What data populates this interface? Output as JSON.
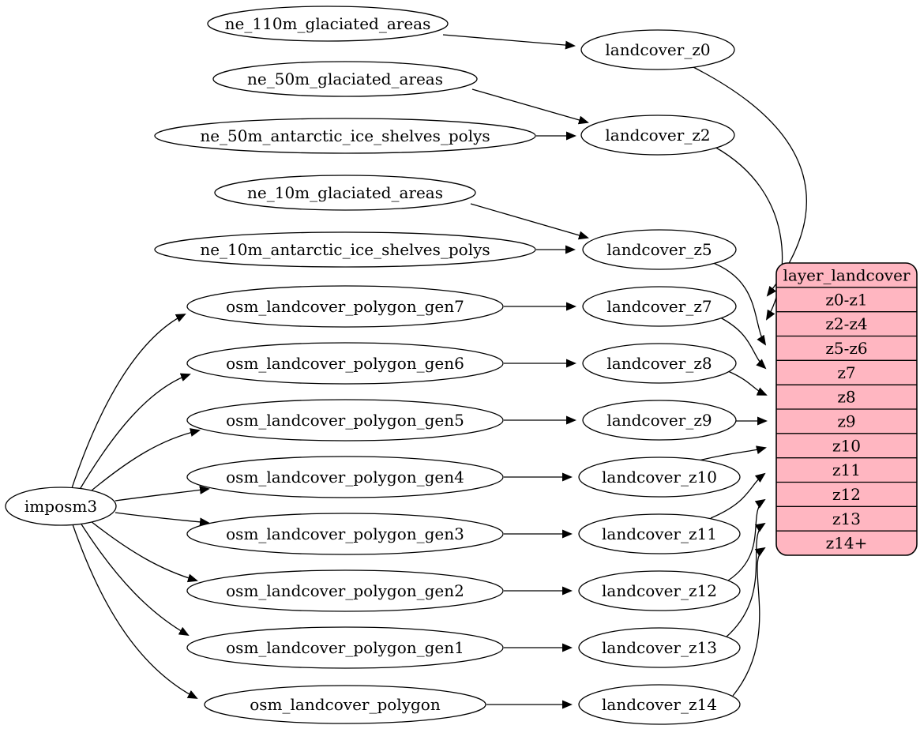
{
  "diagram": {
    "type": "graphviz-digraph",
    "background": "#ffffff",
    "root": {
      "label": "imposm3"
    },
    "sources": [
      {
        "label": "ne_110m_glaciated_areas"
      },
      {
        "label": "ne_50m_glaciated_areas"
      },
      {
        "label": "ne_50m_antarctic_ice_shelves_polys"
      },
      {
        "label": "ne_10m_glaciated_areas"
      },
      {
        "label": "ne_10m_antarctic_ice_shelves_polys"
      },
      {
        "label": "osm_landcover_polygon_gen7"
      },
      {
        "label": "osm_landcover_polygon_gen6"
      },
      {
        "label": "osm_landcover_polygon_gen5"
      },
      {
        "label": "osm_landcover_polygon_gen4"
      },
      {
        "label": "osm_landcover_polygon_gen3"
      },
      {
        "label": "osm_landcover_polygon_gen2"
      },
      {
        "label": "osm_landcover_polygon_gen1"
      },
      {
        "label": "osm_landcover_polygon"
      }
    ],
    "intermediates": [
      {
        "label": "landcover_z0"
      },
      {
        "label": "landcover_z2"
      },
      {
        "label": "landcover_z5"
      },
      {
        "label": "landcover_z7"
      },
      {
        "label": "landcover_z8"
      },
      {
        "label": "landcover_z9"
      },
      {
        "label": "landcover_z10"
      },
      {
        "label": "landcover_z11"
      },
      {
        "label": "landcover_z12"
      },
      {
        "label": "landcover_z13"
      },
      {
        "label": "landcover_z14"
      }
    ],
    "record": {
      "title": "layer_landcover",
      "rows": [
        "z0-z1",
        "z2-z4",
        "z5-z6",
        "z7",
        "z8",
        "z9",
        "z10",
        "z11",
        "z12",
        "z13",
        "z14+"
      ],
      "fill": "#ffb6c1",
      "stroke": "#000000"
    },
    "node_style": {
      "fill": "#ffffff",
      "stroke": "#000000"
    },
    "edges": [
      {
        "from": "imposm3",
        "to": "osm_landcover_polygon_gen7"
      },
      {
        "from": "imposm3",
        "to": "osm_landcover_polygon_gen6"
      },
      {
        "from": "imposm3",
        "to": "osm_landcover_polygon_gen5"
      },
      {
        "from": "imposm3",
        "to": "osm_landcover_polygon_gen4"
      },
      {
        "from": "imposm3",
        "to": "osm_landcover_polygon_gen3"
      },
      {
        "from": "imposm3",
        "to": "osm_landcover_polygon_gen2"
      },
      {
        "from": "imposm3",
        "to": "osm_landcover_polygon_gen1"
      },
      {
        "from": "imposm3",
        "to": "osm_landcover_polygon"
      },
      {
        "from": "ne_110m_glaciated_areas",
        "to": "landcover_z0"
      },
      {
        "from": "ne_50m_glaciated_areas",
        "to": "landcover_z2"
      },
      {
        "from": "ne_50m_antarctic_ice_shelves_polys",
        "to": "landcover_z2"
      },
      {
        "from": "ne_10m_glaciated_areas",
        "to": "landcover_z5"
      },
      {
        "from": "ne_10m_antarctic_ice_shelves_polys",
        "to": "landcover_z5"
      },
      {
        "from": "osm_landcover_polygon_gen7",
        "to": "landcover_z7"
      },
      {
        "from": "osm_landcover_polygon_gen6",
        "to": "landcover_z8"
      },
      {
        "from": "osm_landcover_polygon_gen5",
        "to": "landcover_z9"
      },
      {
        "from": "osm_landcover_polygon_gen4",
        "to": "landcover_z10"
      },
      {
        "from": "osm_landcover_polygon_gen3",
        "to": "landcover_z11"
      },
      {
        "from": "osm_landcover_polygon_gen2",
        "to": "landcover_z12"
      },
      {
        "from": "osm_landcover_polygon_gen1",
        "to": "landcover_z13"
      },
      {
        "from": "osm_landcover_polygon",
        "to": "landcover_z14"
      },
      {
        "from": "landcover_z0",
        "to": "layer_landcover:z0-z1"
      },
      {
        "from": "landcover_z2",
        "to": "layer_landcover:z2-z4"
      },
      {
        "from": "landcover_z5",
        "to": "layer_landcover:z5-z6"
      },
      {
        "from": "landcover_z7",
        "to": "layer_landcover:z7"
      },
      {
        "from": "landcover_z8",
        "to": "layer_landcover:z8"
      },
      {
        "from": "landcover_z9",
        "to": "layer_landcover:z9"
      },
      {
        "from": "landcover_z10",
        "to": "layer_landcover:z10"
      },
      {
        "from": "landcover_z11",
        "to": "layer_landcover:z11"
      },
      {
        "from": "landcover_z12",
        "to": "layer_landcover:z12"
      },
      {
        "from": "landcover_z13",
        "to": "layer_landcover:z13"
      },
      {
        "from": "landcover_z14",
        "to": "layer_landcover:z14+"
      }
    ]
  }
}
